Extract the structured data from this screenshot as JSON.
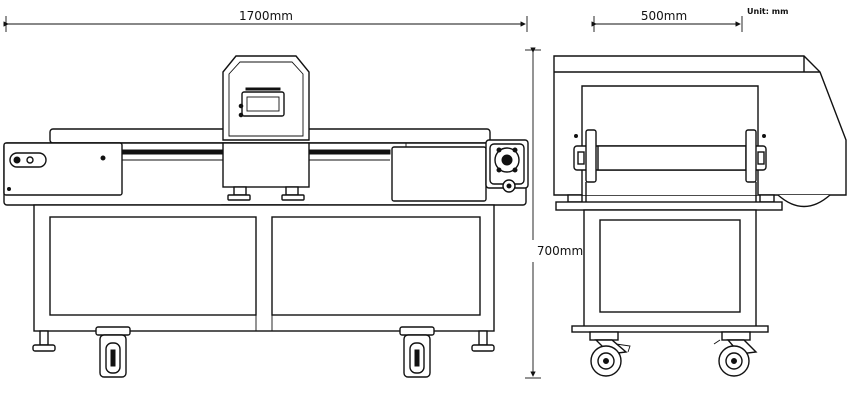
{
  "units_note": "Unit: mm",
  "dimensions": {
    "length": "1700mm",
    "depth": "500mm",
    "height": "700mm"
  },
  "views": [
    "front-elevation",
    "side-elevation"
  ]
}
